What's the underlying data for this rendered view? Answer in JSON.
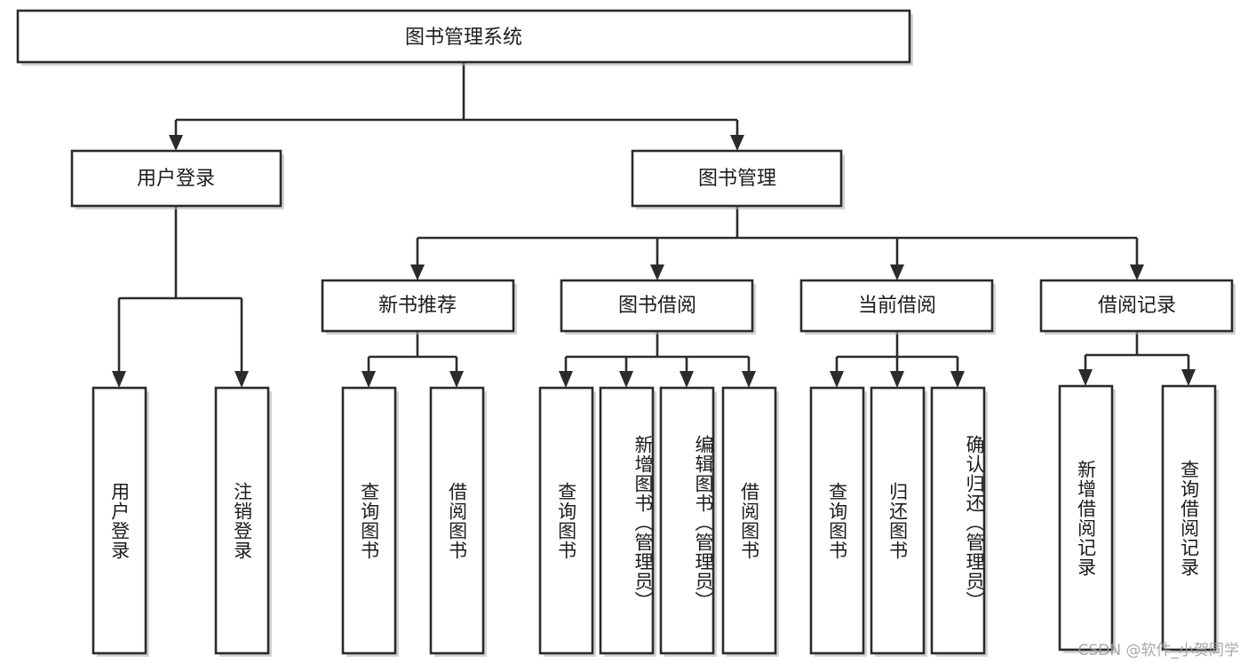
{
  "diagram": {
    "type": "tree-hierarchy",
    "orientation": "top-down",
    "title": "图书管理系统",
    "watermark": "CSDN @软件_小贺同学",
    "colors": {
      "stroke": "#2b2b2b",
      "box_fill": "#ffffff",
      "text": "#1c1c1c",
      "background": "#ffffff",
      "watermark": "#9a9a9a"
    },
    "levels": {
      "root": {
        "label": "图书管理系统"
      },
      "level2": [
        {
          "id": "user-login",
          "label": "用户登录"
        },
        {
          "id": "book-manage",
          "label": "图书管理"
        }
      ],
      "level3": [
        {
          "id": "new-book-recommend",
          "label": "新书推荐",
          "parent": "book-manage"
        },
        {
          "id": "book-borrow",
          "label": "图书借阅",
          "parent": "book-manage"
        },
        {
          "id": "current-borrow",
          "label": "当前借阅",
          "parent": "book-manage"
        },
        {
          "id": "borrow-record",
          "label": "借阅记录",
          "parent": "book-manage"
        }
      ],
      "leaves": [
        {
          "id": "leaf-user-login",
          "label": "用户登录",
          "parent": "user-login"
        },
        {
          "id": "leaf-logout-login",
          "label": "注销登录",
          "parent": "user-login"
        },
        {
          "id": "leaf-query-book-1",
          "label": "查询图书",
          "parent": "new-book-recommend"
        },
        {
          "id": "leaf-borrow-book-1",
          "label": "借阅图书",
          "parent": "new-book-recommend"
        },
        {
          "id": "leaf-query-book-2",
          "label": "查询图书",
          "parent": "book-borrow"
        },
        {
          "id": "leaf-add-book",
          "label": "新增图书（管理员）",
          "parent": "book-borrow"
        },
        {
          "id": "leaf-edit-book",
          "label": "编辑图书（管理员）",
          "parent": "book-borrow"
        },
        {
          "id": "leaf-borrow-book-2",
          "label": "借阅图书",
          "parent": "book-borrow"
        },
        {
          "id": "leaf-query-book-3",
          "label": "查询图书",
          "parent": "current-borrow"
        },
        {
          "id": "leaf-return-book",
          "label": "归还图书",
          "parent": "current-borrow"
        },
        {
          "id": "leaf-confirm-return",
          "label": "确认归还（管理员）",
          "parent": "current-borrow"
        },
        {
          "id": "leaf-add-record",
          "label": "新增借阅记录",
          "parent": "borrow-record"
        },
        {
          "id": "leaf-query-record",
          "label": "查询借阅记录",
          "parent": "borrow-record"
        }
      ]
    }
  }
}
